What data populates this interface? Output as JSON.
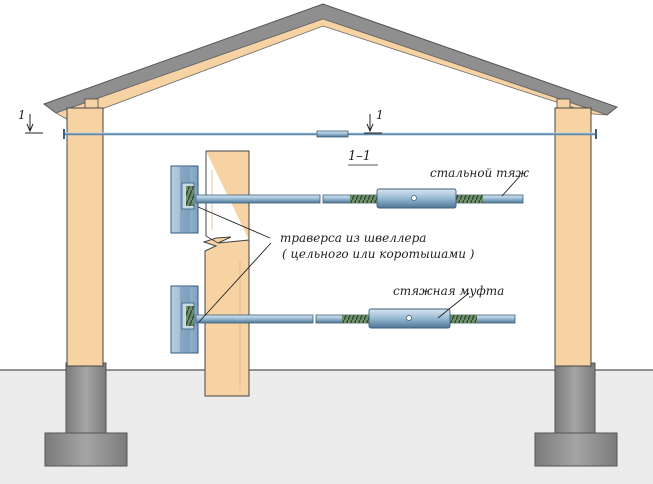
{
  "section_marks": {
    "left": "1",
    "right": "1",
    "section_title": "1–1"
  },
  "callouts": {
    "steel_tie": "стальной тяж",
    "traverse_line1": "траверса из швеллера",
    "traverse_line2": "( цельного или коротышами )",
    "coupling": "стяжная муфта"
  },
  "colors": {
    "wood": "#f7d3a4",
    "roof_edge": "#8f8f8f",
    "steel": "#8fb3d0",
    "concrete": "#9a9a9a",
    "ground": "#ececec"
  }
}
